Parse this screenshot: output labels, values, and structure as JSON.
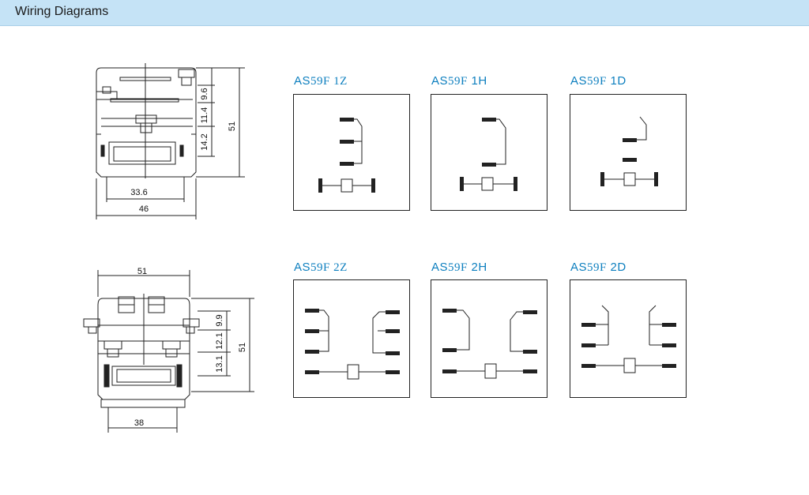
{
  "header": {
    "title": "Wiring Diagrams"
  },
  "diagrams": [
    {
      "model": "AS",
      "num": "59F",
      "code": "1Z"
    },
    {
      "model": "AS",
      "num": "59F",
      "code": "1H"
    },
    {
      "model": "AS",
      "num": "59F",
      "code": "1D"
    },
    {
      "model": "AS",
      "num": "59F",
      "code": "2Z"
    },
    {
      "model": "AS",
      "num": "59F",
      "code": "2H"
    },
    {
      "model": "AS",
      "num": "59F",
      "code": "2D"
    }
  ],
  "dimensions": {
    "top": {
      "d1": "9.6",
      "d2": "11.4",
      "d3": "14.2",
      "height": "51",
      "inner_width": "33.6",
      "width": "46"
    },
    "bottom": {
      "width_top": "51",
      "d1": "9.9",
      "d2": "12.1",
      "d3": "13.1",
      "height": "51",
      "inner_width": "38"
    }
  },
  "colors": {
    "header_bg": "#c5e3f6",
    "label_blue": "#0d7fbf",
    "line": "#222222"
  }
}
